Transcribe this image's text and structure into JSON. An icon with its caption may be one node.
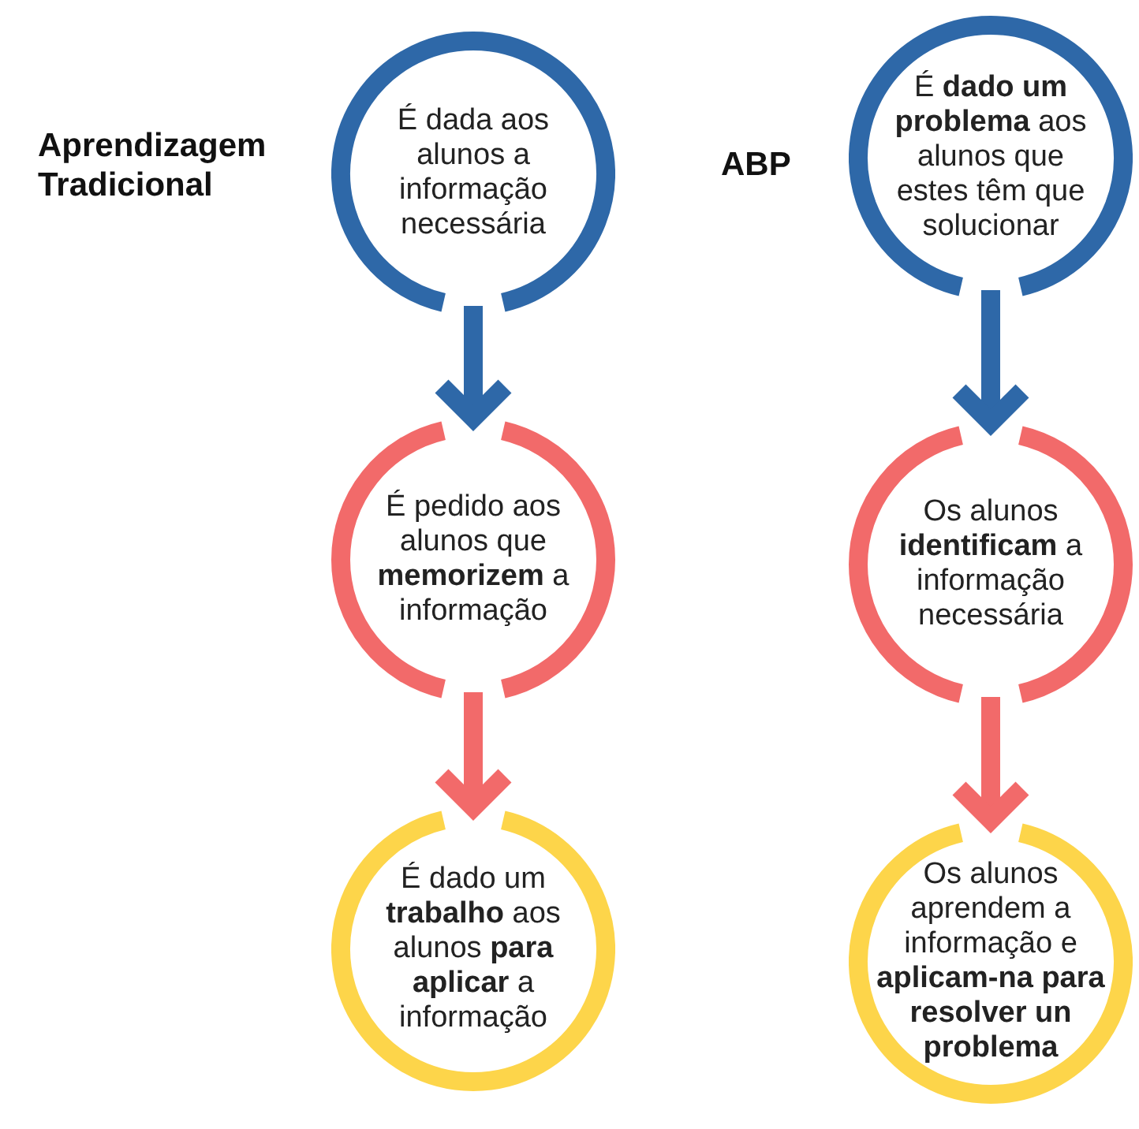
{
  "diagram": {
    "nodes": [
      {
        "text": [
          "É dada aos alunos a informação necessária"
        ]
      },
      {
        "text": [
          "É pedido aos alunos que **memorizem** a informação"
        ]
      },
      {
        "text": [
          "É dado um **trabalho** aos alunos **para aplicar** a informação"
        ]
      },
      {
        "text": [
          "É **dado um problema** aos alunos que estes têm que solucionar"
        ]
      },
      {
        "text": [
          "Os alunos **identificam** a informação necessária"
        ]
      },
      {
        "text": [
          "Os alunos aprendem a informação e **aplicam-na para resolver un problema**"
        ]
      }
    ],
    "edges": [
      {
        "from": 0,
        "to": 1,
        "arrow": "to",
        "color": "#2e68a8"
      },
      {
        "from": 1,
        "to": 2,
        "arrow": "to",
        "color": "#f26a6a"
      },
      {
        "from": 3,
        "to": 4,
        "arrow": "to",
        "color": "#2e68a8"
      },
      {
        "from": 4,
        "to": 5,
        "arrow": "to",
        "color": "#f26a6a"
      }
    ],
    "labels": [
      "Aprendizagem Tradicional",
      "ABP"
    ]
  }
}
